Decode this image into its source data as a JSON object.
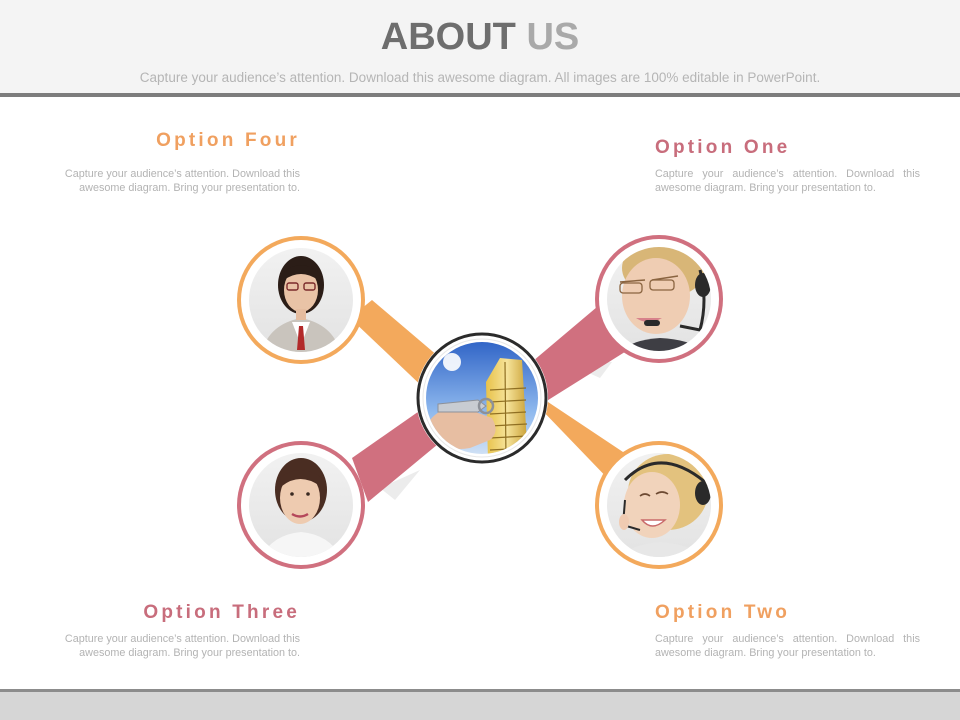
{
  "header": {
    "title_part1": "ABOUT",
    "title_part2": "US",
    "subtitle": "Capture your audience’s attention. Download this awesome diagram. All images are 100% editable in PowerPoint."
  },
  "options": {
    "four": {
      "title": "Option Four",
      "desc": "Capture your audience’s attention. Download this awesome diagram. Bring your presentation to."
    },
    "one": {
      "title": "Option One",
      "desc": "Capture your audience’s attention. Download this awesome diagram. Bring your presentation to."
    },
    "three": {
      "title": "Option Three",
      "desc": "Capture your audience’s attention. Download this awesome diagram. Bring your presentation to."
    },
    "two": {
      "title": "Option Two",
      "desc": "Capture your audience’s attention. Download this awesome diagram. Bring your presentation to."
    }
  },
  "colors": {
    "orange": "#f3a95c",
    "rose": "#d0707f",
    "orange_text": "#f0a060",
    "rose_text": "#c86d7c",
    "title_dark": "#6e6e6e",
    "title_light": "#a9a9a9"
  },
  "images": {
    "center": "house-keys-building-photo",
    "top_left": "businesswoman-glasses-portrait",
    "top_right": "headset-woman-portrait",
    "bottom_left": "smiling-woman-portrait",
    "bottom_right": "headset-support-agent-portrait"
  }
}
